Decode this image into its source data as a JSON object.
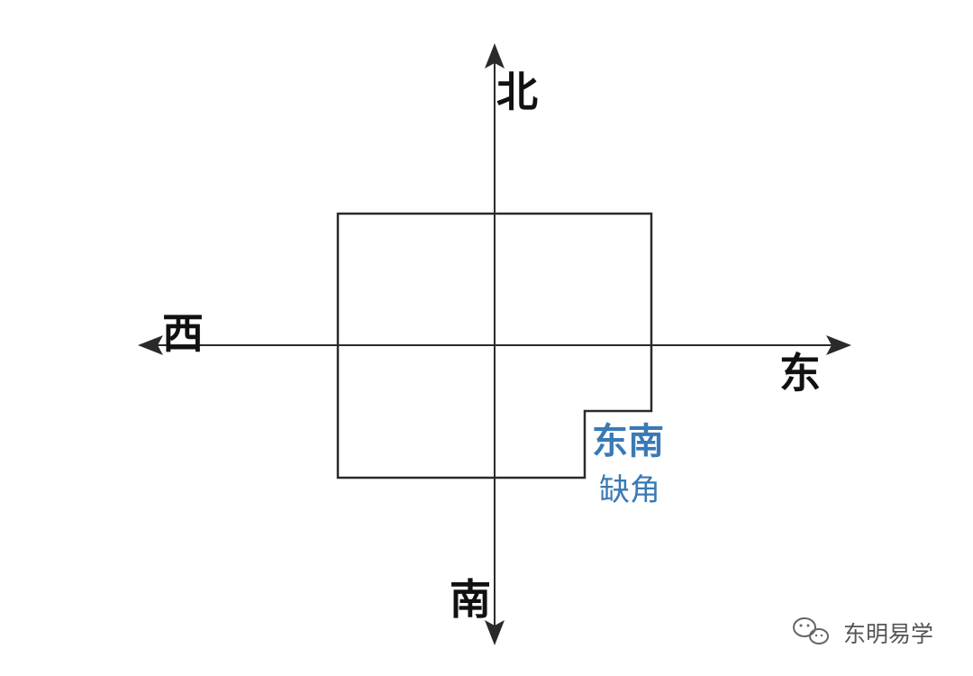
{
  "directions": {
    "north": "北",
    "south": "南",
    "east": "东",
    "west": "西"
  },
  "missing_corner": {
    "title": "东南",
    "subtitle": "缺角"
  },
  "watermark": {
    "text": "东明易学",
    "icon": "wechat-icon"
  },
  "colors": {
    "line": "#2a2a2a",
    "label": "#111111",
    "accent": "#3a7ab5",
    "watermark": "#555555"
  }
}
